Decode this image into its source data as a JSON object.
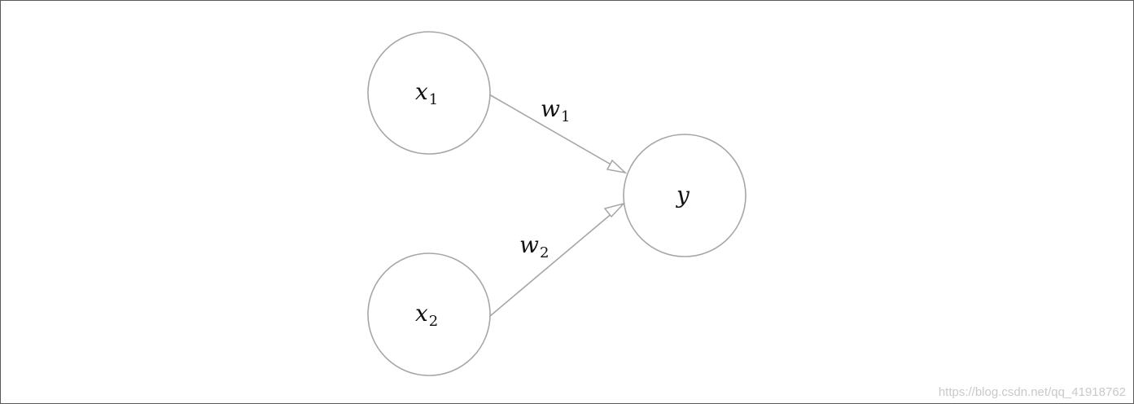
{
  "diagram": {
    "nodes": [
      {
        "id": "x1",
        "label": "x",
        "subscript": "1"
      },
      {
        "id": "x2",
        "label": "x",
        "subscript": "2"
      },
      {
        "id": "y",
        "label": "y",
        "subscript": ""
      }
    ],
    "edges": [
      {
        "from": "x1",
        "to": "y",
        "label": "w",
        "subscript": "1"
      },
      {
        "from": "x2",
        "to": "y",
        "label": "w",
        "subscript": "2"
      }
    ],
    "colors": {
      "stroke": "#a6a6a6",
      "text": "#111111",
      "border": "#5a5a5a",
      "watermark": "#c9c9c9"
    }
  },
  "watermark": "https://blog.csdn.net/qq_41918762"
}
